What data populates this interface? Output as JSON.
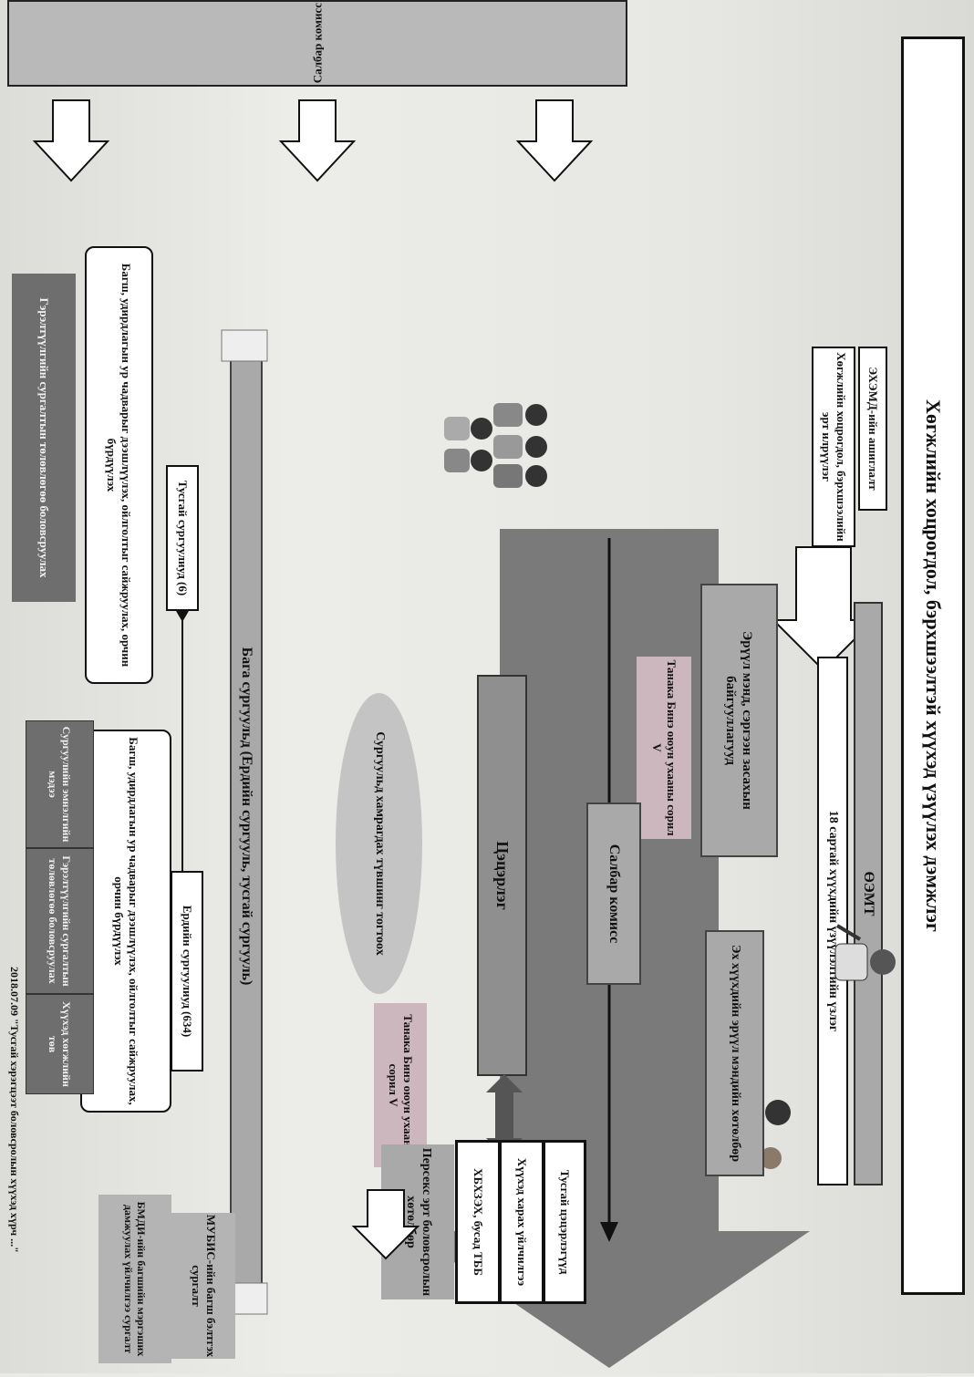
{
  "title": "Хөгжлийн хоцрогдол, бэрхшээлтэй хүүхэд үзүүлэх дэмжлэг",
  "left_top": {
    "ezemd": "ЭХЭМД-ийн ашиглалт",
    "delay_screening": "Хөгжлийн хоцрогдол, бэрхшээлийн эрт илрүүлэг"
  },
  "health": {
    "oemt": "ӨЭМТ",
    "visit_18": "18 сартай хүүхдийн үзүүлэлтийн үзлэг",
    "healthy_mother": "Эрүүл мэнд, сэргээн засахын байгууллагууд",
    "mother_guide": "Эх хүүхдийн эрүүл мэндийн хөтөлбөр",
    "tanaka_1": "Танака Бинэ оюун ухааны сорил V"
  },
  "commission_mid": "Салбар комисс",
  "kindergarten": "Цэцэрлэг",
  "support_boxes": [
    "Тусгай цэцэрлэгүүд",
    "Хүүхэд харах үйлчилгээ",
    "ХБХЗЭХ, бусад ТББ"
  ],
  "early_program": "Персекс эрт боловсролын хөтөлбөр",
  "school_entry": "Сургуульд хамрагдах түвшинг тогтоох",
  "tanaka_2": "Танака Бинэ оюун ухааны сорил V",
  "school_bar": "Бага сургуульд (Ердийн сургууль, тусгай сургууль)",
  "special_schools": "Тусгай сургуулиуд (6)",
  "regular_schools": "Ердийн сургуулиуд (634)",
  "left_support": "Багш, удирдлагын ур чадварыг дээшлүүлэх, ойлголтыг сайжруулах, орчин бүрдүүлэх",
  "left_dark": "Гэрэлтүүлгийн сургалтын төлөвлөгөө боловсруулах",
  "right_support": "Багш, удирдлагын ур чадварыг дээшлүүлэх, ойлголтыг сайжруулах, орчин бүрдүүлэх",
  "right_dark": [
    "Сургуулийн эмнэлгийн мэдээ",
    "Гэрэлтүүлгийн сургалтын төлөвлөгөө боловсруулах",
    "Хүүхэд хөгжлийн төв"
  ],
  "mones_box": "МУБИС-ийн багш бэлтгэх сургалт",
  "bsdi_box": "БМДИ-ийн багшийн мэргэших дамжуулах үйлчилгээ сургалт",
  "bottom_commission": "Салбар комисс",
  "footer_note": "2018.07.09 \"Тусгай хэрэгцээт боловсролын хүүхэд хүрч ...\""
}
